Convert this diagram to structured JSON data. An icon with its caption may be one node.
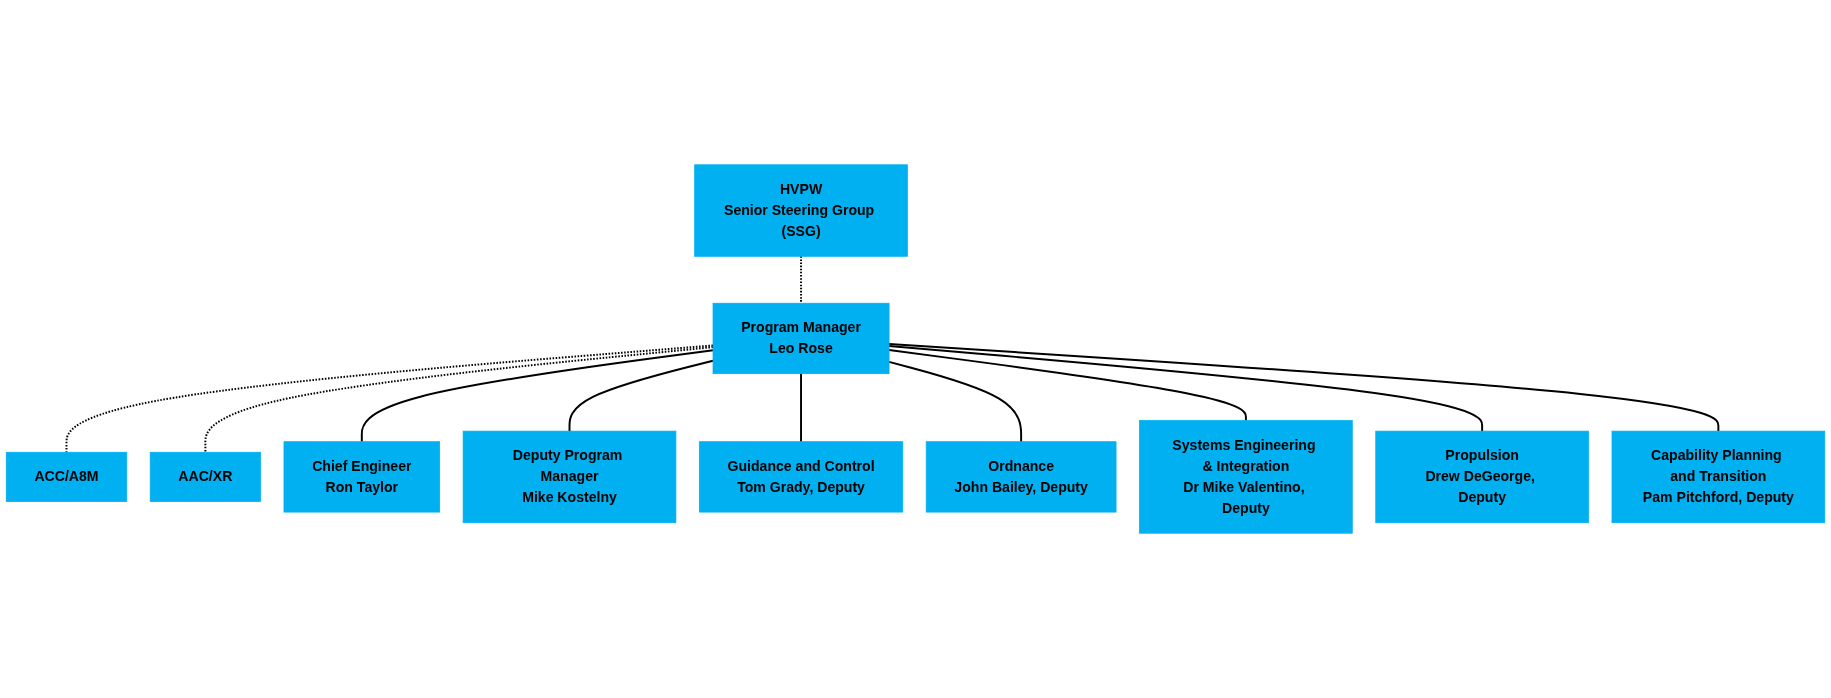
{
  "diagram": {
    "nodes": [
      {
        "text": [
          "HVPW",
          "Senior Steering Group (SSG)"
        ]
      },
      {
        "text": [
          "Program Manager",
          "Leo Rose"
        ]
      },
      {
        "text": [
          "ACC/A8M"
        ]
      },
      {
        "text": [
          "AAC/XR"
        ]
      },
      {
        "text": [
          "Chief Engineer",
          "Ron Taylor"
        ]
      },
      {
        "text": [
          "Deputy Program Manager",
          "Mike Kostelny"
        ]
      },
      {
        "text": [
          "Guidance and Control",
          "Tom Grady, Deputy"
        ]
      },
      {
        "text": [
          "Ordnance",
          "John Bailey, Deputy"
        ]
      },
      {
        "text": [
          "Systems Engineering & Integration",
          "Dr Mike Valentino, Deputy"
        ]
      },
      {
        "text": [
          "Propulsion",
          "Drew DeGeorge, Deputy"
        ]
      },
      {
        "text": [
          "Capability Planning and Transition",
          "Pam Pitchford, Deputy"
        ]
      }
    ],
    "edges": [
      {
        "from": 0,
        "to": 1,
        "arrow": "none",
        "style": "dashed"
      },
      {
        "from": 1,
        "to": 2,
        "arrow": "none",
        "style": "dashed"
      },
      {
        "from": 1,
        "to": 3,
        "arrow": "none",
        "style": "dashed"
      },
      {
        "from": 1,
        "to": 4,
        "arrow": "none"
      },
      {
        "from": 1,
        "to": 5,
        "arrow": "none"
      },
      {
        "from": 1,
        "to": 6,
        "arrow": "none"
      },
      {
        "from": 1,
        "to": 7,
        "arrow": "none"
      },
      {
        "from": 1,
        "to": 8,
        "arrow": "none"
      },
      {
        "from": 1,
        "to": 9,
        "arrow": "none"
      },
      {
        "from": 1,
        "to": 10,
        "arrow": "none"
      }
    ]
  }
}
